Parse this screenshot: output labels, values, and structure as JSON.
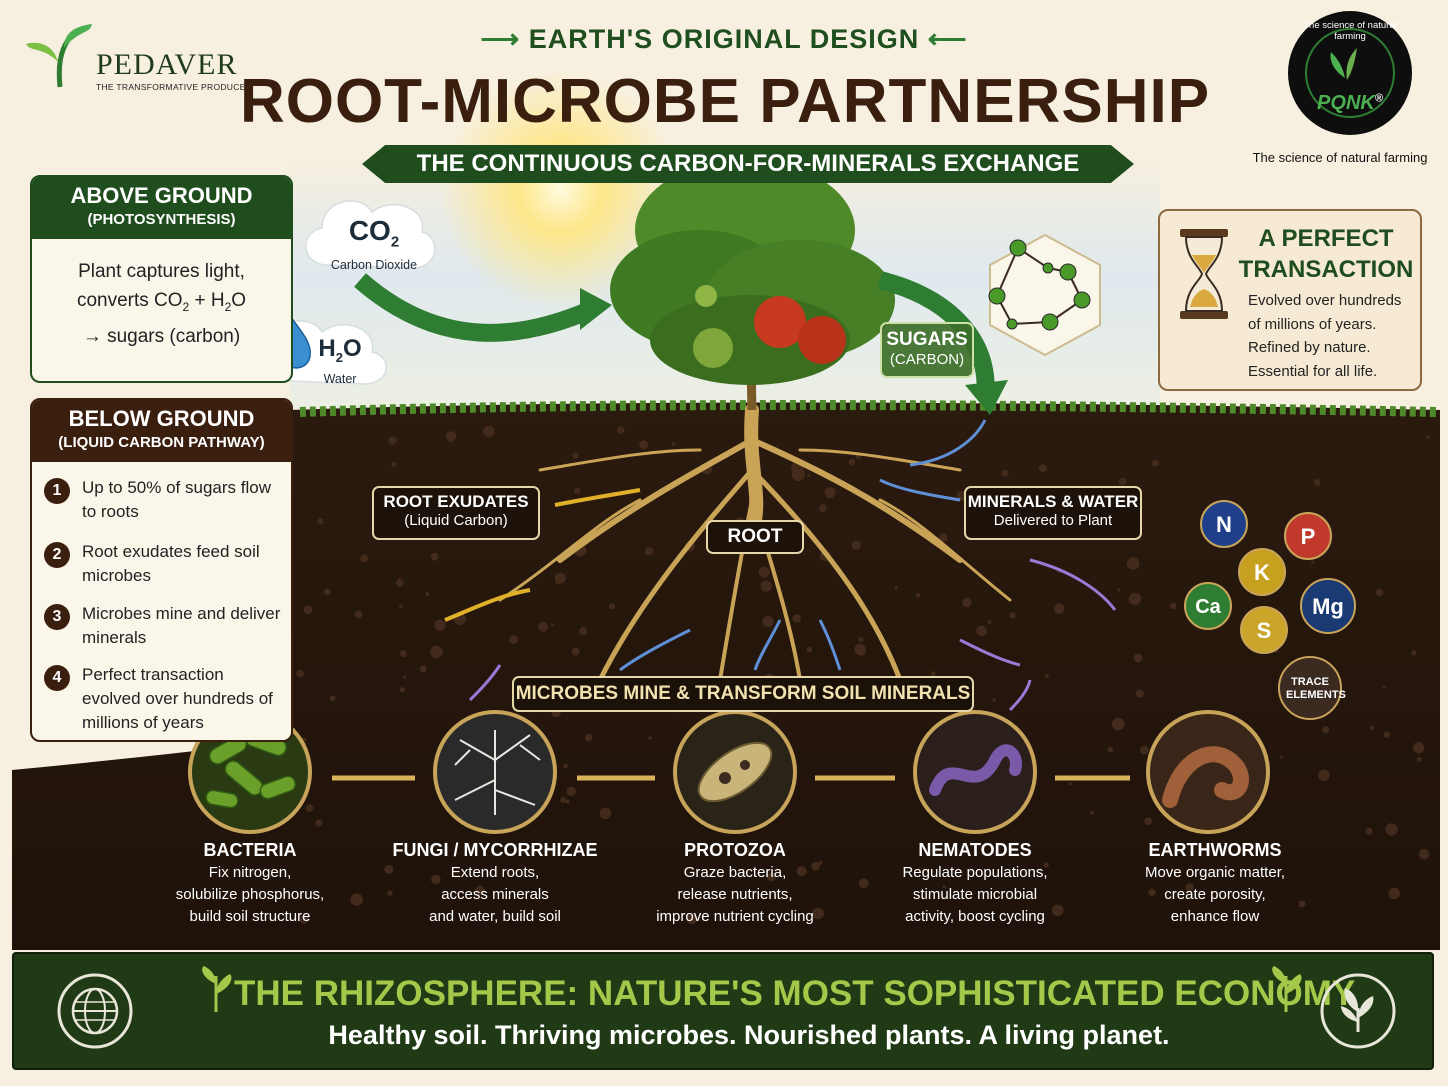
{
  "brand": {
    "name": "PEDAVER",
    "tagline": "THE TRANSFORMATIVE PRODUCER"
  },
  "header": {
    "kicker": "EARTH'S ORIGINAL DESIGN",
    "title": "ROOT-MICROBE PARTNERSHIP",
    "ribbon": "THE CONTINUOUS CARBON-FOR-MINERALS EXCHANGE"
  },
  "pqnk": {
    "ring_text": "The science of natural farming",
    "mark": "PQNK",
    "registered": "®",
    "caption": "The science of natural farming"
  },
  "above_ground": {
    "title": "ABOVE GROUND",
    "subtitle": "(PHOTOSYNTHESIS)",
    "line1": "Plant captures light,",
    "line2_pre": "converts CO",
    "sub2": "2",
    "line2_mid": " + H",
    "sub2b": "2",
    "line2_post": "O",
    "line3": "→ sugars (carbon)"
  },
  "below_ground": {
    "title": "BELOW GROUND",
    "subtitle": "(LIQUID CARBON PATHWAY)",
    "steps": [
      {
        "num": "1",
        "text": "Up to 50% of sugars flow to roots"
      },
      {
        "num": "2",
        "text": "Root exudates feed soil microbes"
      },
      {
        "num": "3",
        "text": "Microbes mine and deliver minerals"
      },
      {
        "num": "4",
        "text": "Perfect transaction evolved over hundreds of millions of years"
      }
    ]
  },
  "perfect": {
    "title": "A PERFECT TRANSACTION",
    "body": [
      "Evolved over hundreds",
      "of millions of years.",
      "Refined by nature.",
      "Essential for all life."
    ]
  },
  "clouds": {
    "co2_formula": "CO",
    "co2_sub": "2",
    "co2_label": "Carbon Dioxide",
    "h2o_a": "H",
    "h2o_sub": "2",
    "h2o_b": "O",
    "h2o_label": "Water"
  },
  "labels": {
    "sugars": "SUGARS",
    "sugars_sub": "(CARBON)",
    "root_exudates": "ROOT EXUDATES",
    "root_exudates_sub": "(Liquid Carbon)",
    "root": "ROOT",
    "minerals_water": "MINERALS & WATER",
    "minerals_water_sub": "Delivered to Plant",
    "microbes": "MICROBES MINE & TRANSFORM SOIL MINERALS"
  },
  "nutrients": [
    {
      "symbol": "N",
      "color": "#1f3f8a"
    },
    {
      "symbol": "P",
      "color": "#c0392b"
    },
    {
      "symbol": "K",
      "color": "#c8a020"
    },
    {
      "symbol": "Ca",
      "color": "#2e7d32"
    },
    {
      "symbol": "Mg",
      "color": "#1a3a73"
    },
    {
      "symbol": "S",
      "color": "#caa52a"
    },
    {
      "symbol": "TRACE ELEMENTS",
      "color": "#3a2a20"
    }
  ],
  "organisms": [
    {
      "name": "BACTERIA",
      "desc": [
        "Fix nitrogen,",
        "solubilize phosphorus,",
        "build soil structure"
      ]
    },
    {
      "name": "FUNGI / MYCORRHIZAE",
      "desc": [
        "Extend roots,",
        "access minerals",
        "and water, build soil"
      ]
    },
    {
      "name": "PROTOZOA",
      "desc": [
        "Graze bacteria,",
        "release nutrients,",
        "improve nutrient cycling"
      ]
    },
    {
      "name": "NEMATODES",
      "desc": [
        "Regulate populations,",
        "stimulate microbial",
        "activity, boost cycling"
      ]
    },
    {
      "name": "EARTHWORMS",
      "desc": [
        "Move organic matter,",
        "create porosity,",
        "enhance flow"
      ]
    }
  ],
  "footer": {
    "title": "THE RHIZOSPHERE: NATURE'S MOST SOPHISTICATED ECONOMY",
    "subtitle": "Healthy soil. Thriving microbes. Nourished plants. A living planet."
  }
}
